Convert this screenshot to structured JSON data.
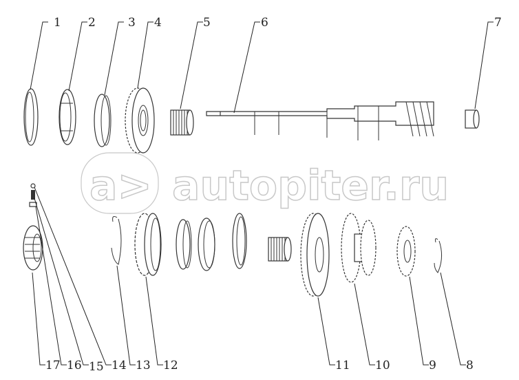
{
  "diagram": {
    "title": "Exploded view of transmission shaft assembly",
    "callouts_top": [
      "1",
      "2",
      "3",
      "4",
      "5",
      "6",
      "7"
    ],
    "callouts_bottom": [
      "17",
      "16",
      "15",
      "14",
      "13",
      "12",
      "11",
      "10",
      "9",
      "8"
    ],
    "watermark": "autopiter.ru",
    "line_color": "#222222",
    "watermark_color": "#c8c8c8"
  }
}
